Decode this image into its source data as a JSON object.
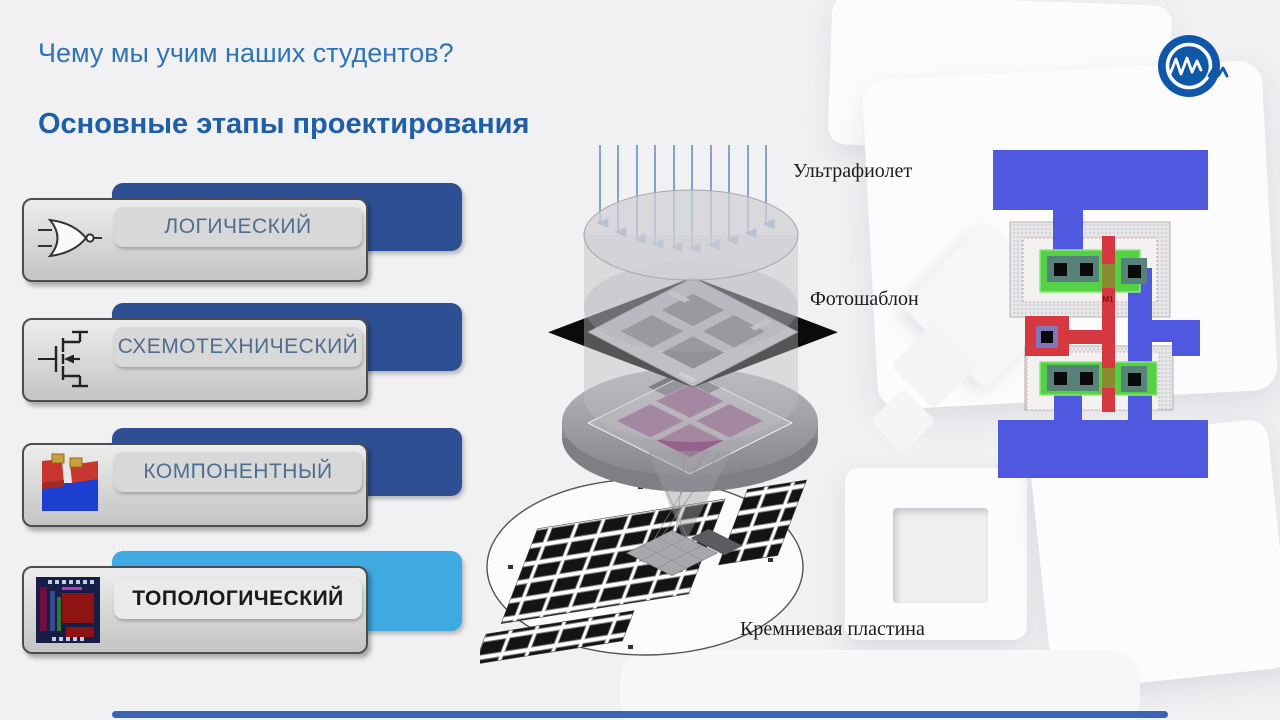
{
  "slide": {
    "title": "Чему мы учим наших студентов?",
    "subtitle": "Основные этапы проектирования"
  },
  "stages": [
    {
      "label": "ЛОГИЧЕСКИЙ",
      "active": false
    },
    {
      "label": "СХЕМОТЕХНИЧЕСКИЙ",
      "active": false
    },
    {
      "label": "КОМПОНЕНТНЫЙ",
      "active": false
    },
    {
      "label": "ТОПОЛОГИЧЕСКИЙ",
      "active": true
    }
  ],
  "lithography": {
    "uv_label": "Ультрафиолет",
    "mask_label": "Фотошаблон",
    "wafer_label": "Кремниевая пластина"
  },
  "layout_view": {
    "metal_label": "М1"
  },
  "colors": {
    "title": "#2e74b8",
    "subtitle": "#1f5fa8",
    "stage_bar": "#2e4f93",
    "stage_bar_active": "#3fa9e1",
    "stage_text": "#4f6e8e",
    "stage_text_active": "#1a1a1a",
    "footer": "#3d63b3"
  }
}
